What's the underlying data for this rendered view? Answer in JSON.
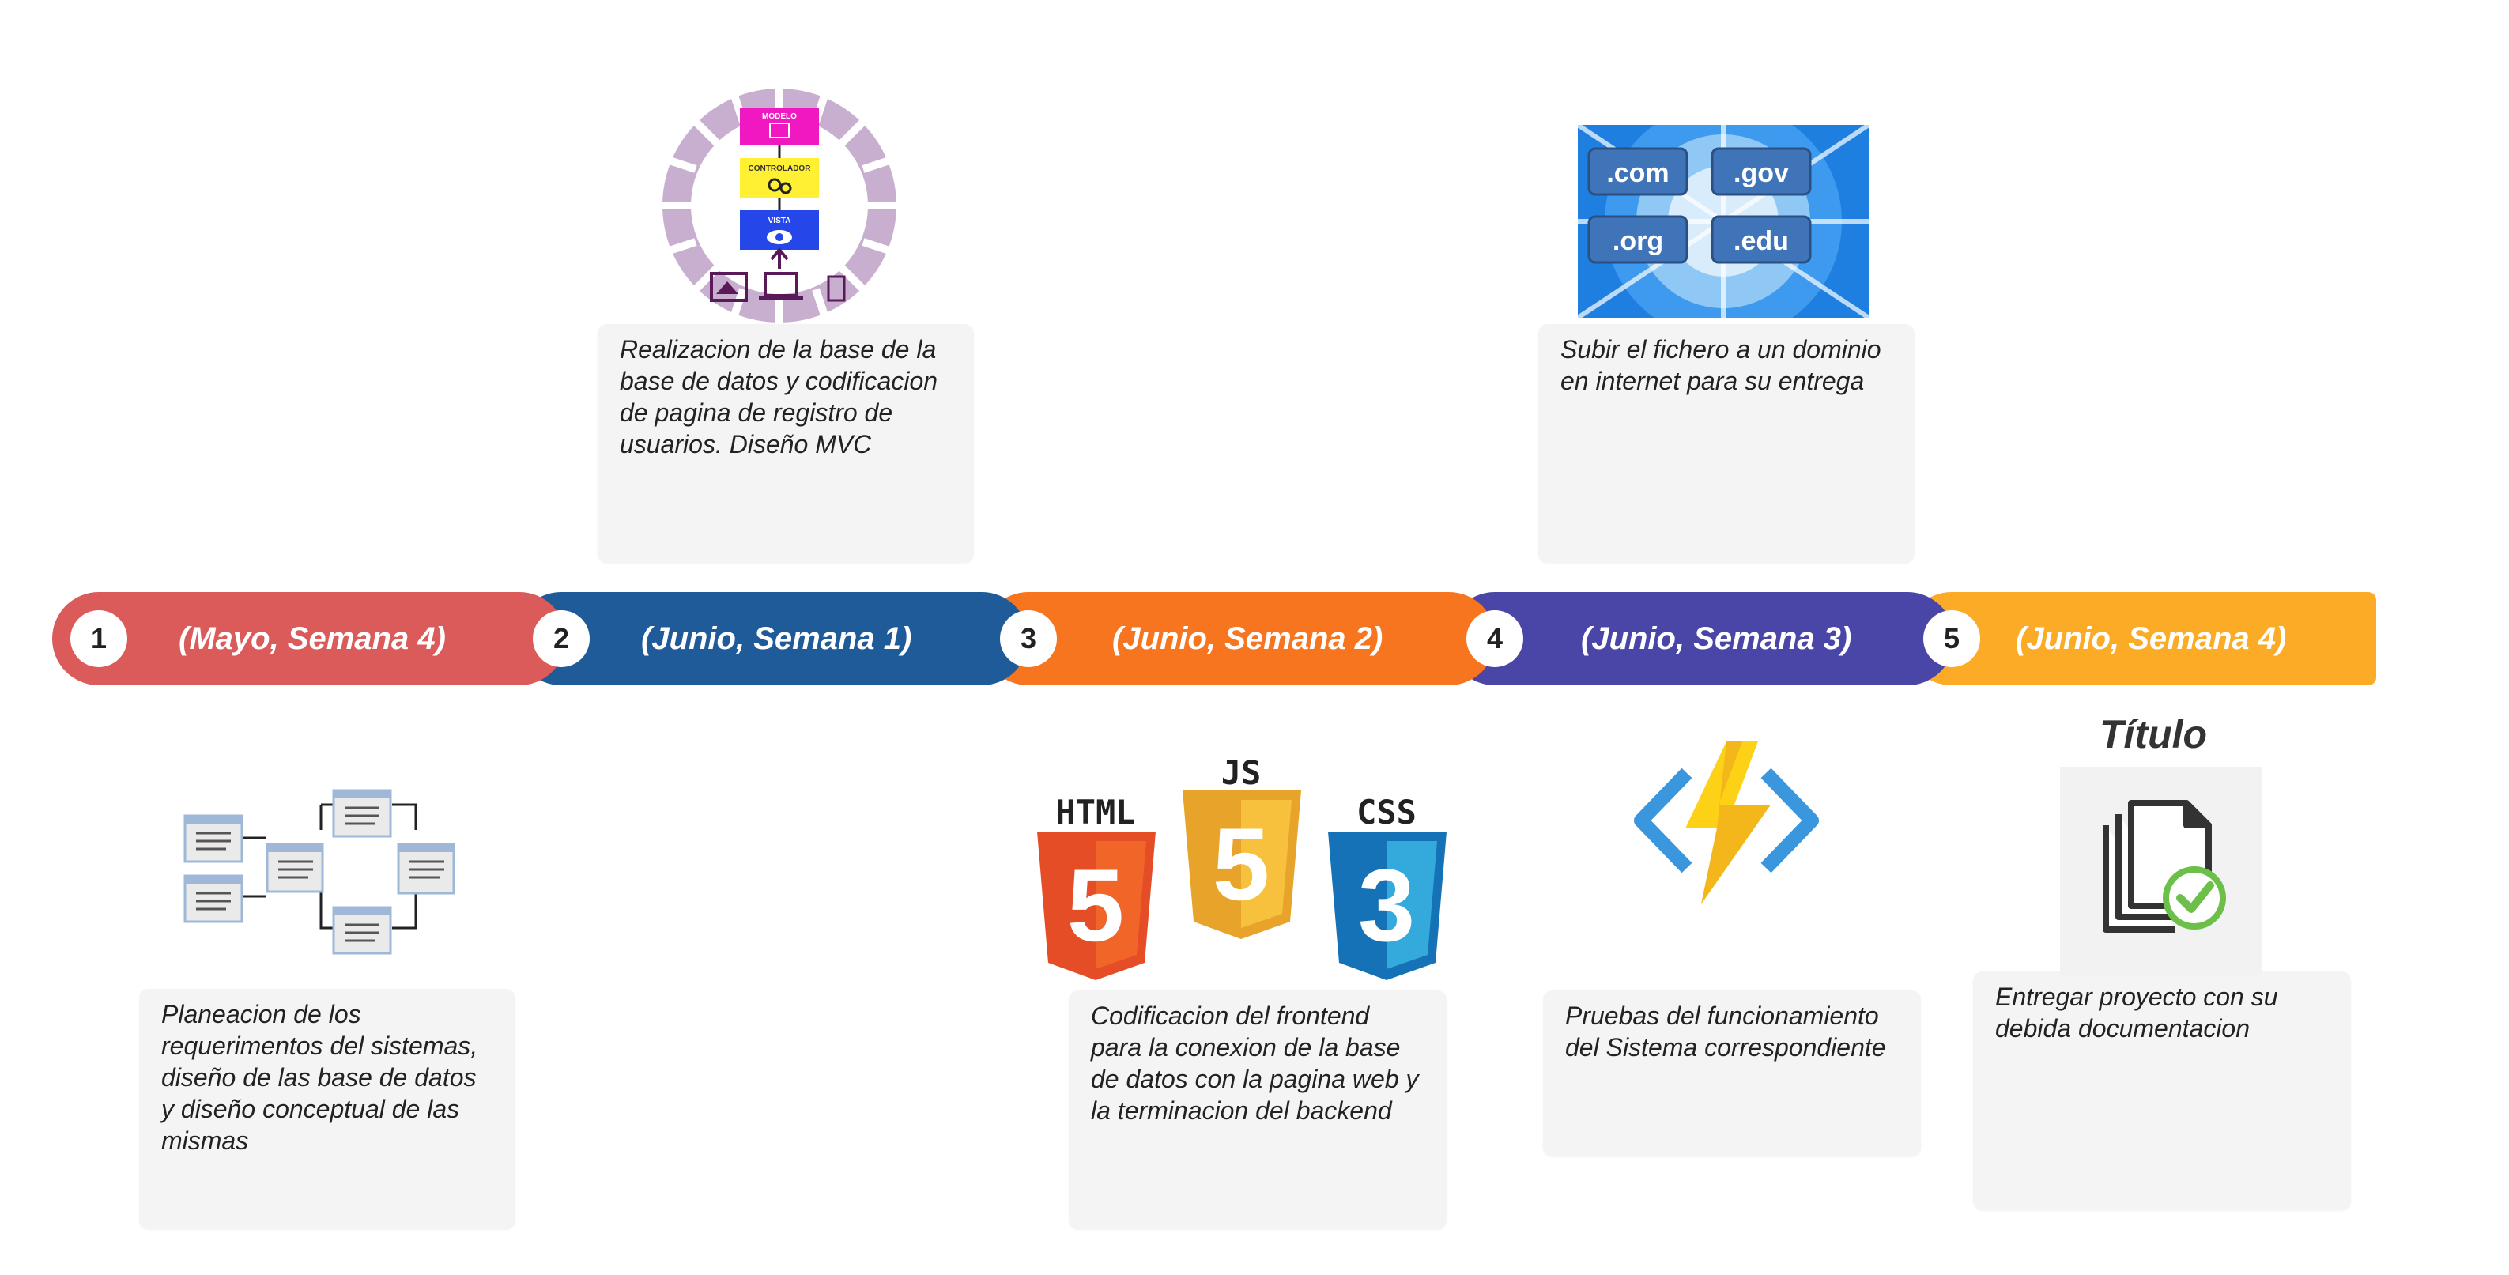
{
  "timeline": [
    {
      "num": "1",
      "label": "(Mayo, Semana 4)",
      "color": "#db5b5b"
    },
    {
      "num": "2",
      "label": "(Junio, Semana 1)",
      "color": "#1f5a99"
    },
    {
      "num": "3",
      "label": "(Junio, Semana 2)",
      "color": "#f7751f"
    },
    {
      "num": "4",
      "label": "(Junio, Semana 3)",
      "color": "#4a46a8"
    },
    {
      "num": "5",
      "label": "(Junio, Semana 4)",
      "color": "#fbab25"
    }
  ],
  "cards": {
    "c1": "Planeacion de los requerimentos del sistemas, diseño de las base de datos y diseño conceptual de las mismas",
    "c2": "Realizacion de la base de la base de datos y codificacion de pagina de registro de usuarios. Diseño MVC",
    "c3": "Codificacion del frontend para la conexion de la base de datos con la pagina web y la terminacion del backend",
    "c4a": "Subir el fichero a un dominio en internet para su entrega",
    "c4b": "Pruebas del funcionamiento del Sistema correspondiente",
    "c5": "Entregar proyecto con su debida documentacion"
  },
  "title5": "Título",
  "mvc": {
    "modelo": "MODELO",
    "controlador": "CONTROLADOR",
    "vista": "VISTA"
  },
  "domains": [
    ".com",
    ".gov",
    ".org",
    ".edu"
  ],
  "web": {
    "html": "HTML",
    "js": "JS",
    "css": "CSS",
    "html_num": "5",
    "js_num": "5",
    "css_num": "3"
  }
}
